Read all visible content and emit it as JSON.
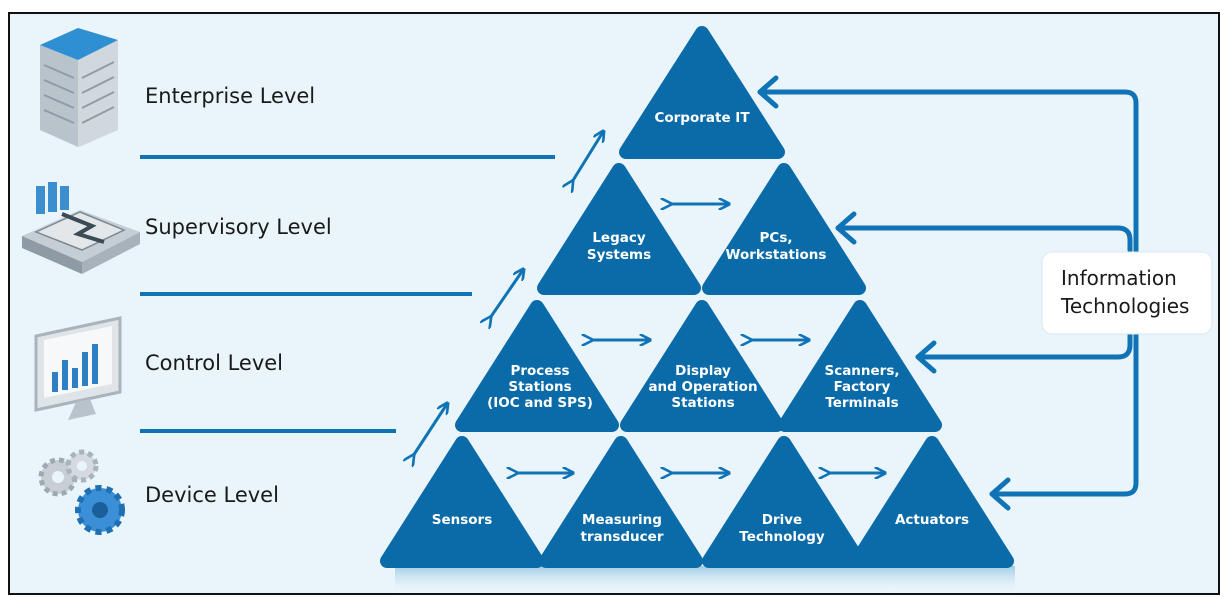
{
  "levels": [
    {
      "label": "Enterprise Level",
      "icon": "office-building-icon"
    },
    {
      "label": "Supervisory Level",
      "icon": "factory-building-icon"
    },
    {
      "label": "Control Level",
      "icon": "monitor-chart-icon"
    },
    {
      "label": "Device Level",
      "icon": "gears-icon"
    }
  ],
  "pyramid": {
    "row1": [
      {
        "lines": [
          "Corporate IT"
        ]
      }
    ],
    "row2": [
      {
        "lines": [
          "Legacy",
          "Systems"
        ]
      },
      {
        "lines": [
          "PCs,",
          "Workstations"
        ]
      }
    ],
    "row3": [
      {
        "lines": [
          "Process",
          "Stations",
          "(IOC and SPS)"
        ]
      },
      {
        "lines": [
          "Display",
          "and Operation",
          "Stations"
        ]
      },
      {
        "lines": [
          "Scanners,",
          "Factory",
          "Terminals"
        ]
      }
    ],
    "row4": [
      {
        "lines": [
          "Sensors"
        ]
      },
      {
        "lines": [
          "Measuring",
          "transducer"
        ]
      },
      {
        "lines": [
          "Drive",
          "Technology"
        ]
      },
      {
        "lines": [
          "Actuators"
        ]
      }
    ]
  },
  "info_box": {
    "line1": "Information",
    "line2": "Technologies"
  },
  "colors": {
    "triangle": "#0b6aa8",
    "connector": "#1073b6",
    "background": "#eaf5fb",
    "text_on_triangle": "#ffffff"
  }
}
